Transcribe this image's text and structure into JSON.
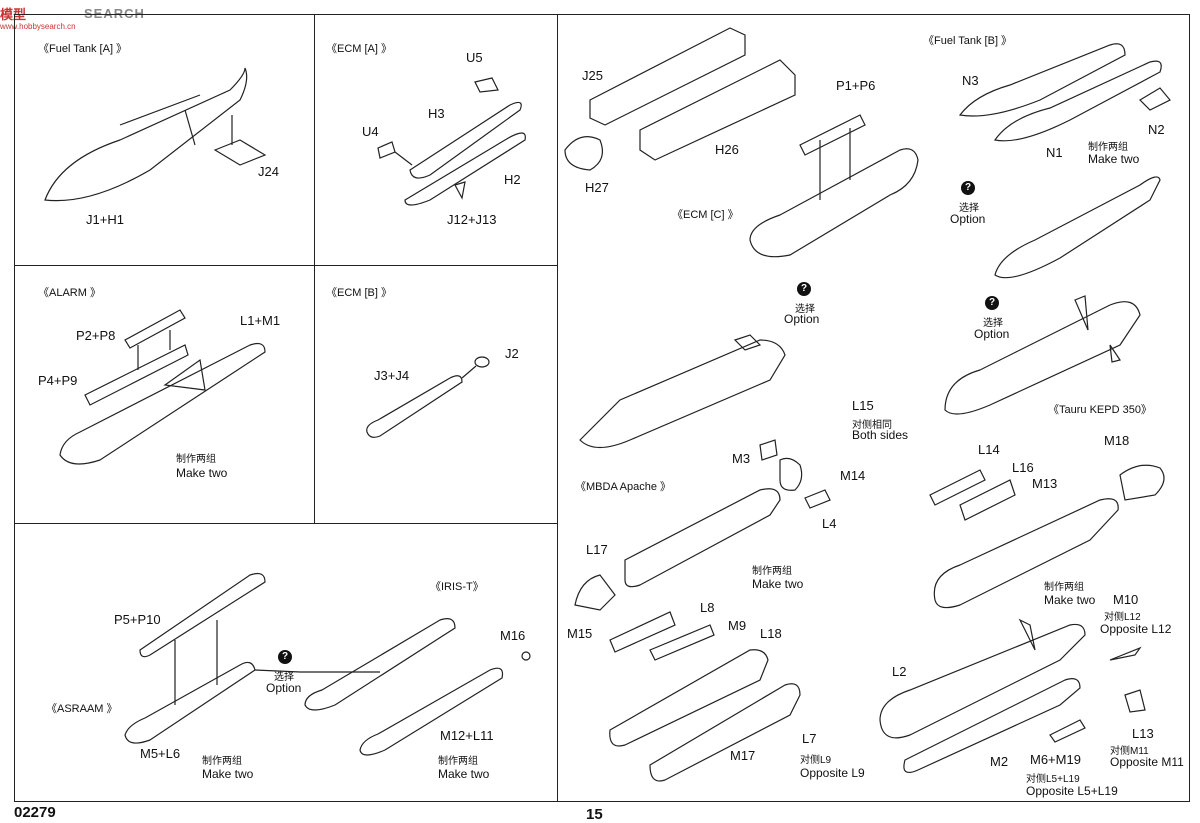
{
  "watermark": {
    "brand": "模型",
    "name": "SEARCH",
    "site": "www.hobbysearch.cn"
  },
  "sections": {
    "fuel_tank_a": "《Fuel Tank [A] 》",
    "ecm_a": "《ECM [A] 》",
    "fuel_tank_b": "《Fuel Tank [B] 》",
    "alarm": "《ALARM 》",
    "ecm_b": "《ECM [B] 》",
    "ecm_c": "《ECM [C] 》",
    "tauru": "《Tauru KEPD 350》",
    "mbda": "《MBDA Apache 》",
    "iris_t": "《IRIS-T》",
    "asraam": "《ASRAAM 》"
  },
  "parts": {
    "j24": "J24",
    "j1h1": "J1+H1",
    "u5": "U5",
    "h3": "H3",
    "u4": "U4",
    "h2": "H2",
    "j12j13": "J12+J13",
    "j25": "J25",
    "h26": "H26",
    "h27": "H27",
    "p1p6": "P1+P6",
    "n3": "N3",
    "n2": "N2",
    "n1": "N1",
    "p2p8": "P2+P8",
    "l1m1": "L1+M1",
    "p4p9": "P4+P9",
    "j3j4": "J3+J4",
    "j2": "J2",
    "l15": "L15",
    "m3": "M3",
    "m14": "M14",
    "l4": "L4",
    "l14": "L14",
    "l16": "L16",
    "m13": "M13",
    "m18": "M18",
    "l17": "L17",
    "l8": "L8",
    "m9": "M9",
    "m15": "M15",
    "l18": "L18",
    "m17": "M17",
    "l7": "L7",
    "m10": "M10",
    "l2": "L2",
    "l13": "L13",
    "m2": "M2",
    "m6m19": "M6+M19",
    "p5p10": "P5+P10",
    "m16": "M16",
    "m5l6": "M5+L6",
    "m12l11": "M12+L11"
  },
  "notes": {
    "make_two_cn": "制作两组",
    "make_two_en": "Make two",
    "option_cn": "选择",
    "option_en": "Option",
    "both_sides_cn": "对侧相同",
    "both_sides_en": "Both sides",
    "opp_l9_cn": "对侧L9",
    "opp_l9_en": "Opposite L9",
    "opp_l12_cn": "对侧L12",
    "opp_l12_en": "Opposite L12",
    "opp_m11_cn": "对侧M11",
    "opp_m11_en": "Opposite M11",
    "opp_l5l19_cn": "对侧L5+L19",
    "opp_l5l19_en": "Opposite L5+L19"
  },
  "footer": {
    "code": "02279",
    "page": "15"
  },
  "icon": {
    "option_symbol": "?"
  }
}
